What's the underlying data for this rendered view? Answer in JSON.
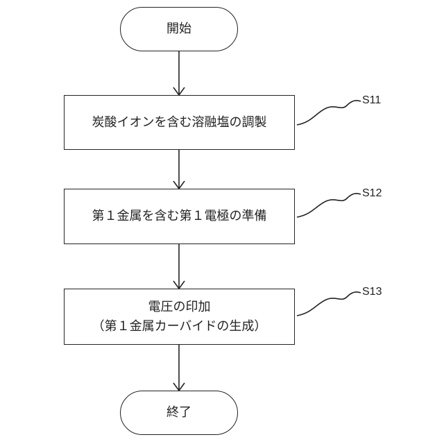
{
  "start": {
    "label": "開始"
  },
  "steps": [
    {
      "id": "S11",
      "lines": [
        "炭酸イオンを含む溶融塩の調製"
      ]
    },
    {
      "id": "S12",
      "lines": [
        "第１金属を含む第１電極の準備"
      ]
    },
    {
      "id": "S13",
      "lines": [
        "電圧の印加",
        "（第１金属カーバイドの生成）"
      ]
    }
  ],
  "end": {
    "label": "終了"
  }
}
